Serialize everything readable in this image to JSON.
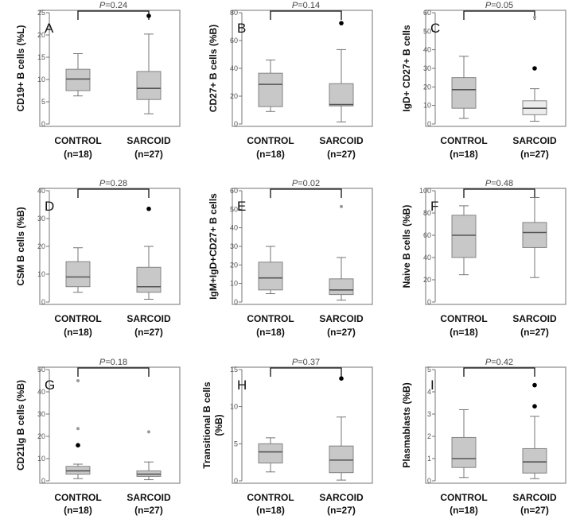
{
  "colors": {
    "box_fill": "#c8c8c8",
    "box_fill_light": "#ececec",
    "outlier_black": "#000000",
    "outlier_grey": "#999999"
  },
  "p_prefix": "P",
  "chart_data": [
    {
      "type": "box",
      "letter": "A",
      "ylabel": "CD19+ B cells (%L)",
      "ylim": [
        0,
        25
      ],
      "yticks": [
        0,
        5,
        10,
        15,
        20,
        25
      ],
      "p_value": "=0.24",
      "categories": [
        "CONTROL",
        "SARCOID"
      ],
      "ns": [
        "(n=18)",
        "(n=27)"
      ],
      "boxes": [
        {
          "min": 6.3,
          "q1": 7.5,
          "median": 10.1,
          "q3": 12.3,
          "max": 15.8,
          "fill": "#c8c8c8",
          "outliers": []
        },
        {
          "min": 2.3,
          "q1": 5.5,
          "median": 8.0,
          "q3": 11.8,
          "max": 20.2,
          "fill": "#c8c8c8",
          "outliers": [
            {
              "y": 24.3,
              "kind": "extreme"
            }
          ]
        }
      ]
    },
    {
      "type": "box",
      "letter": "B",
      "ylabel": "CD27+ B cells (%B)",
      "ylim": [
        0,
        80
      ],
      "yticks": [
        0,
        20,
        40,
        60,
        80
      ],
      "p_value": "=0.14",
      "categories": [
        "CONTROL",
        "SARCOID"
      ],
      "ns": [
        "(n=18)",
        "(n=27)"
      ],
      "boxes": [
        {
          "min": 9,
          "q1": 12.5,
          "median": 28.5,
          "q3": 36.5,
          "max": 46,
          "fill": "#c8c8c8",
          "outliers": []
        },
        {
          "min": 1.5,
          "q1": 13,
          "median": 14,
          "q3": 29,
          "max": 53.5,
          "fill": "#c8c8c8",
          "outliers": [
            {
              "y": 72.5,
              "kind": "extreme"
            }
          ]
        }
      ]
    },
    {
      "type": "box",
      "letter": "C",
      "ylabel": "IgD+ CD27+ B cells",
      "ylim": [
        0,
        60
      ],
      "yticks": [
        0,
        10,
        20,
        30,
        40,
        50,
        60
      ],
      "p_value": "=0.05",
      "categories": [
        "CONTROL",
        "SARCOID"
      ],
      "ns": [
        "(n=18)",
        "(n=27)"
      ],
      "boxes": [
        {
          "min": 3,
          "q1": 8.5,
          "median": 18.5,
          "q3": 25,
          "max": 36.5,
          "fill": "#c8c8c8",
          "outliers": []
        },
        {
          "min": 1.5,
          "q1": 5,
          "median": 8.5,
          "q3": 12.5,
          "max": 19,
          "fill": "#ececec",
          "outliers": [
            {
              "y": 30,
              "kind": "extreme"
            },
            {
              "y": 57.5,
              "kind": "mild"
            }
          ]
        }
      ]
    },
    {
      "type": "box",
      "letter": "D",
      "ylabel": "CSM B cells (%B)",
      "ylim": [
        0,
        40
      ],
      "yticks": [
        0,
        10,
        20,
        30,
        40
      ],
      "p_value": "=0.28",
      "categories": [
        "CONTROL",
        "SARCOID"
      ],
      "ns": [
        "(n=18)",
        "(n=27)"
      ],
      "boxes": [
        {
          "min": 3.5,
          "q1": 5.5,
          "median": 9,
          "q3": 14.5,
          "max": 19.5,
          "fill": "#c8c8c8",
          "outliers": []
        },
        {
          "min": 1,
          "q1": 3.5,
          "median": 5.5,
          "q3": 12.5,
          "max": 20,
          "fill": "#c8c8c8",
          "outliers": [
            {
              "y": 33.5,
              "kind": "extreme"
            }
          ]
        }
      ]
    },
    {
      "type": "box",
      "letter": "E",
      "ylabel": "IgM+IgD+CD27+ B cells",
      "ylim": [
        0,
        60
      ],
      "yticks": [
        0,
        10,
        20,
        30,
        40,
        50,
        60
      ],
      "p_value": "=0.02",
      "categories": [
        "CONTROL",
        "SARCOID"
      ],
      "ns": [
        "(n=18)",
        "(n=27)"
      ],
      "boxes": [
        {
          "min": 4.5,
          "q1": 6.5,
          "median": 13,
          "q3": 21.5,
          "max": 30,
          "fill": "#c8c8c8",
          "outliers": []
        },
        {
          "min": 1,
          "q1": 4,
          "median": 6.5,
          "q3": 12.5,
          "max": 24,
          "fill": "#c8c8c8",
          "outliers": [
            {
              "y": 51.5,
              "kind": "mild"
            }
          ]
        }
      ]
    },
    {
      "type": "box",
      "letter": "F",
      "ylabel": "Naive B cells (%B)",
      "ylim": [
        0,
        100
      ],
      "yticks": [
        0,
        20,
        40,
        60,
        80,
        100
      ],
      "p_value": "=0.48",
      "categories": [
        "CONTROL",
        "SARCOID"
      ],
      "ns": [
        "(n=18)",
        "(n=27)"
      ],
      "boxes": [
        {
          "min": 24.5,
          "q1": 40,
          "median": 60,
          "q3": 78,
          "max": 86.5,
          "fill": "#c8c8c8",
          "outliers": []
        },
        {
          "min": 22,
          "q1": 49,
          "median": 62.5,
          "q3": 71.5,
          "max": 94,
          "fill": "#c8c8c8",
          "outliers": []
        }
      ]
    },
    {
      "type": "box",
      "letter": "G",
      "ylabel": "CD21lg B cells (%B)",
      "ylim": [
        0,
        50
      ],
      "yticks": [
        0,
        10,
        20,
        30,
        40,
        50
      ],
      "p_value": "=0.18",
      "categories": [
        "CONTROL",
        "SARCOID"
      ],
      "ns": [
        "(n=18)",
        "(n=27)"
      ],
      "boxes": [
        {
          "min": 1,
          "q1": 3,
          "median": 4.5,
          "q3": 6.5,
          "max": 7.5,
          "fill": "#c8c8c8",
          "outliers": [
            {
              "y": 16,
              "kind": "extreme"
            },
            {
              "y": 23.5,
              "kind": "mild"
            },
            {
              "y": 45,
              "kind": "mild"
            }
          ]
        },
        {
          "min": 0.5,
          "q1": 2,
          "median": 3,
          "q3": 4.5,
          "max": 8.5,
          "fill": "#c8c8c8",
          "outliers": [
            {
              "y": 22,
              "kind": "mild"
            }
          ]
        }
      ]
    },
    {
      "type": "box",
      "letter": "H",
      "ylabel": "Transitional B cells",
      "ylabel2": "(%B)",
      "ylim": [
        0,
        15
      ],
      "yticks": [
        0,
        5,
        10,
        15
      ],
      "p_value": "=0.37",
      "categories": [
        "CONTROL",
        "SARCOID"
      ],
      "ns": [
        "(n=18)",
        "(n=27)"
      ],
      "boxes": [
        {
          "min": 1.2,
          "q1": 2.4,
          "median": 3.9,
          "q3": 5.0,
          "max": 5.8,
          "fill": "#c8c8c8",
          "outliers": []
        },
        {
          "min": 0.1,
          "q1": 1.1,
          "median": 2.8,
          "q3": 4.7,
          "max": 8.6,
          "fill": "#c8c8c8",
          "outliers": [
            {
              "y": 13.8,
              "kind": "extreme"
            }
          ]
        }
      ]
    },
    {
      "type": "box",
      "letter": "I",
      "ylabel": "Plasmablasts (%B)",
      "ylim": [
        0,
        5
      ],
      "yticks": [
        0,
        1,
        2,
        3,
        4,
        5
      ],
      "p_value": "=0.42",
      "categories": [
        "CONTROL",
        "SARCOID"
      ],
      "ns": [
        "(n=18)",
        "(n=27)"
      ],
      "boxes": [
        {
          "min": 0.15,
          "q1": 0.6,
          "median": 1.0,
          "q3": 1.95,
          "max": 3.2,
          "fill": "#c8c8c8",
          "outliers": []
        },
        {
          "min": 0.1,
          "q1": 0.35,
          "median": 0.85,
          "q3": 1.45,
          "max": 2.9,
          "fill": "#c8c8c8",
          "outliers": [
            {
              "y": 3.35,
              "kind": "extreme"
            },
            {
              "y": 4.3,
              "kind": "extreme"
            }
          ]
        }
      ]
    }
  ]
}
